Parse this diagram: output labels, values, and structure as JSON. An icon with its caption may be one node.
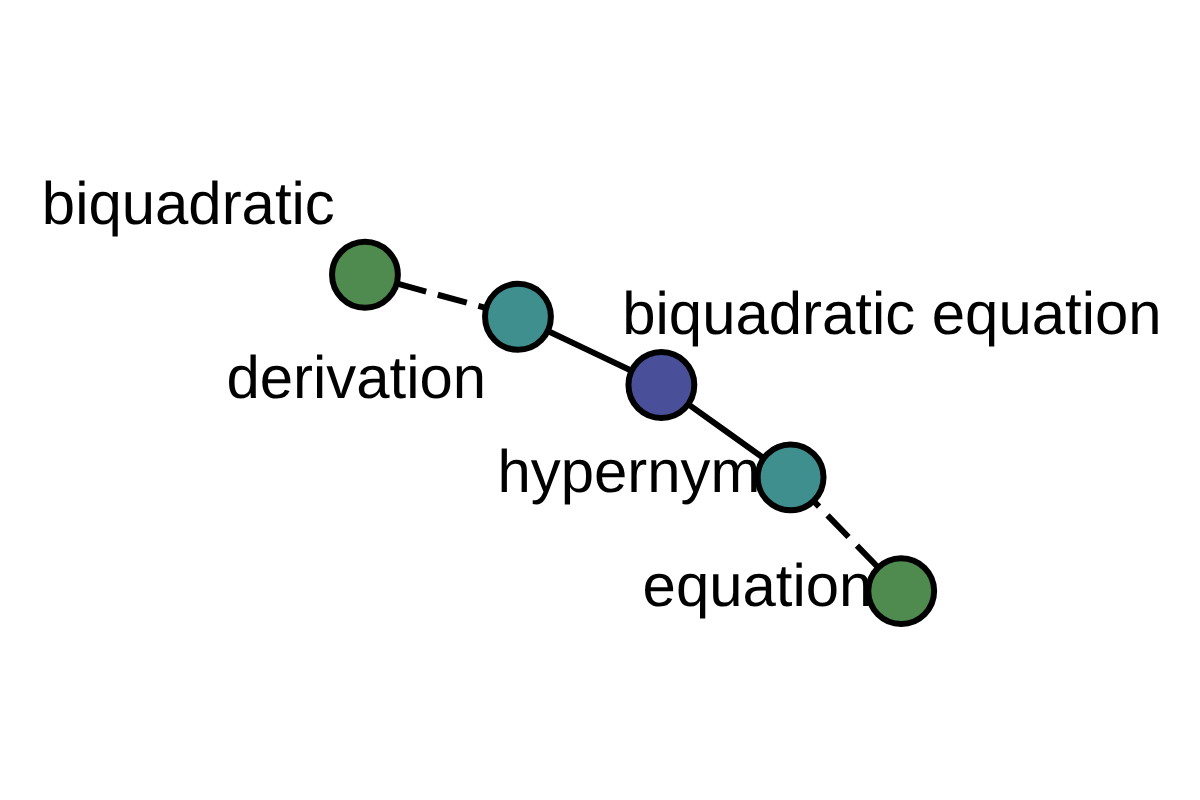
{
  "diagram": {
    "nodes": [
      {
        "text": [],
        "shape": "circle",
        "beside": [
          "equation"
        ]
      },
      {
        "text": [],
        "shape": "circle",
        "beside": [
          "hypernym"
        ]
      },
      {
        "text": [],
        "shape": "circle",
        "beside": [
          "biquadratic"
        ]
      },
      {
        "text": [],
        "shape": "circle",
        "beside": [
          "derivation"
        ]
      },
      {
        "text": [],
        "shape": "circle",
        "beside": [
          "biquadratic equation"
        ]
      }
    ],
    "edges": [
      {
        "from": 0,
        "to": 1,
        "arrow": "none",
        "style": "dashed"
      },
      {
        "from": 1,
        "to": 4,
        "arrow": "none"
      },
      {
        "from": 2,
        "to": 3,
        "arrow": "none",
        "style": "dashed"
      },
      {
        "from": 3,
        "to": 4,
        "arrow": "none"
      }
    ]
  }
}
